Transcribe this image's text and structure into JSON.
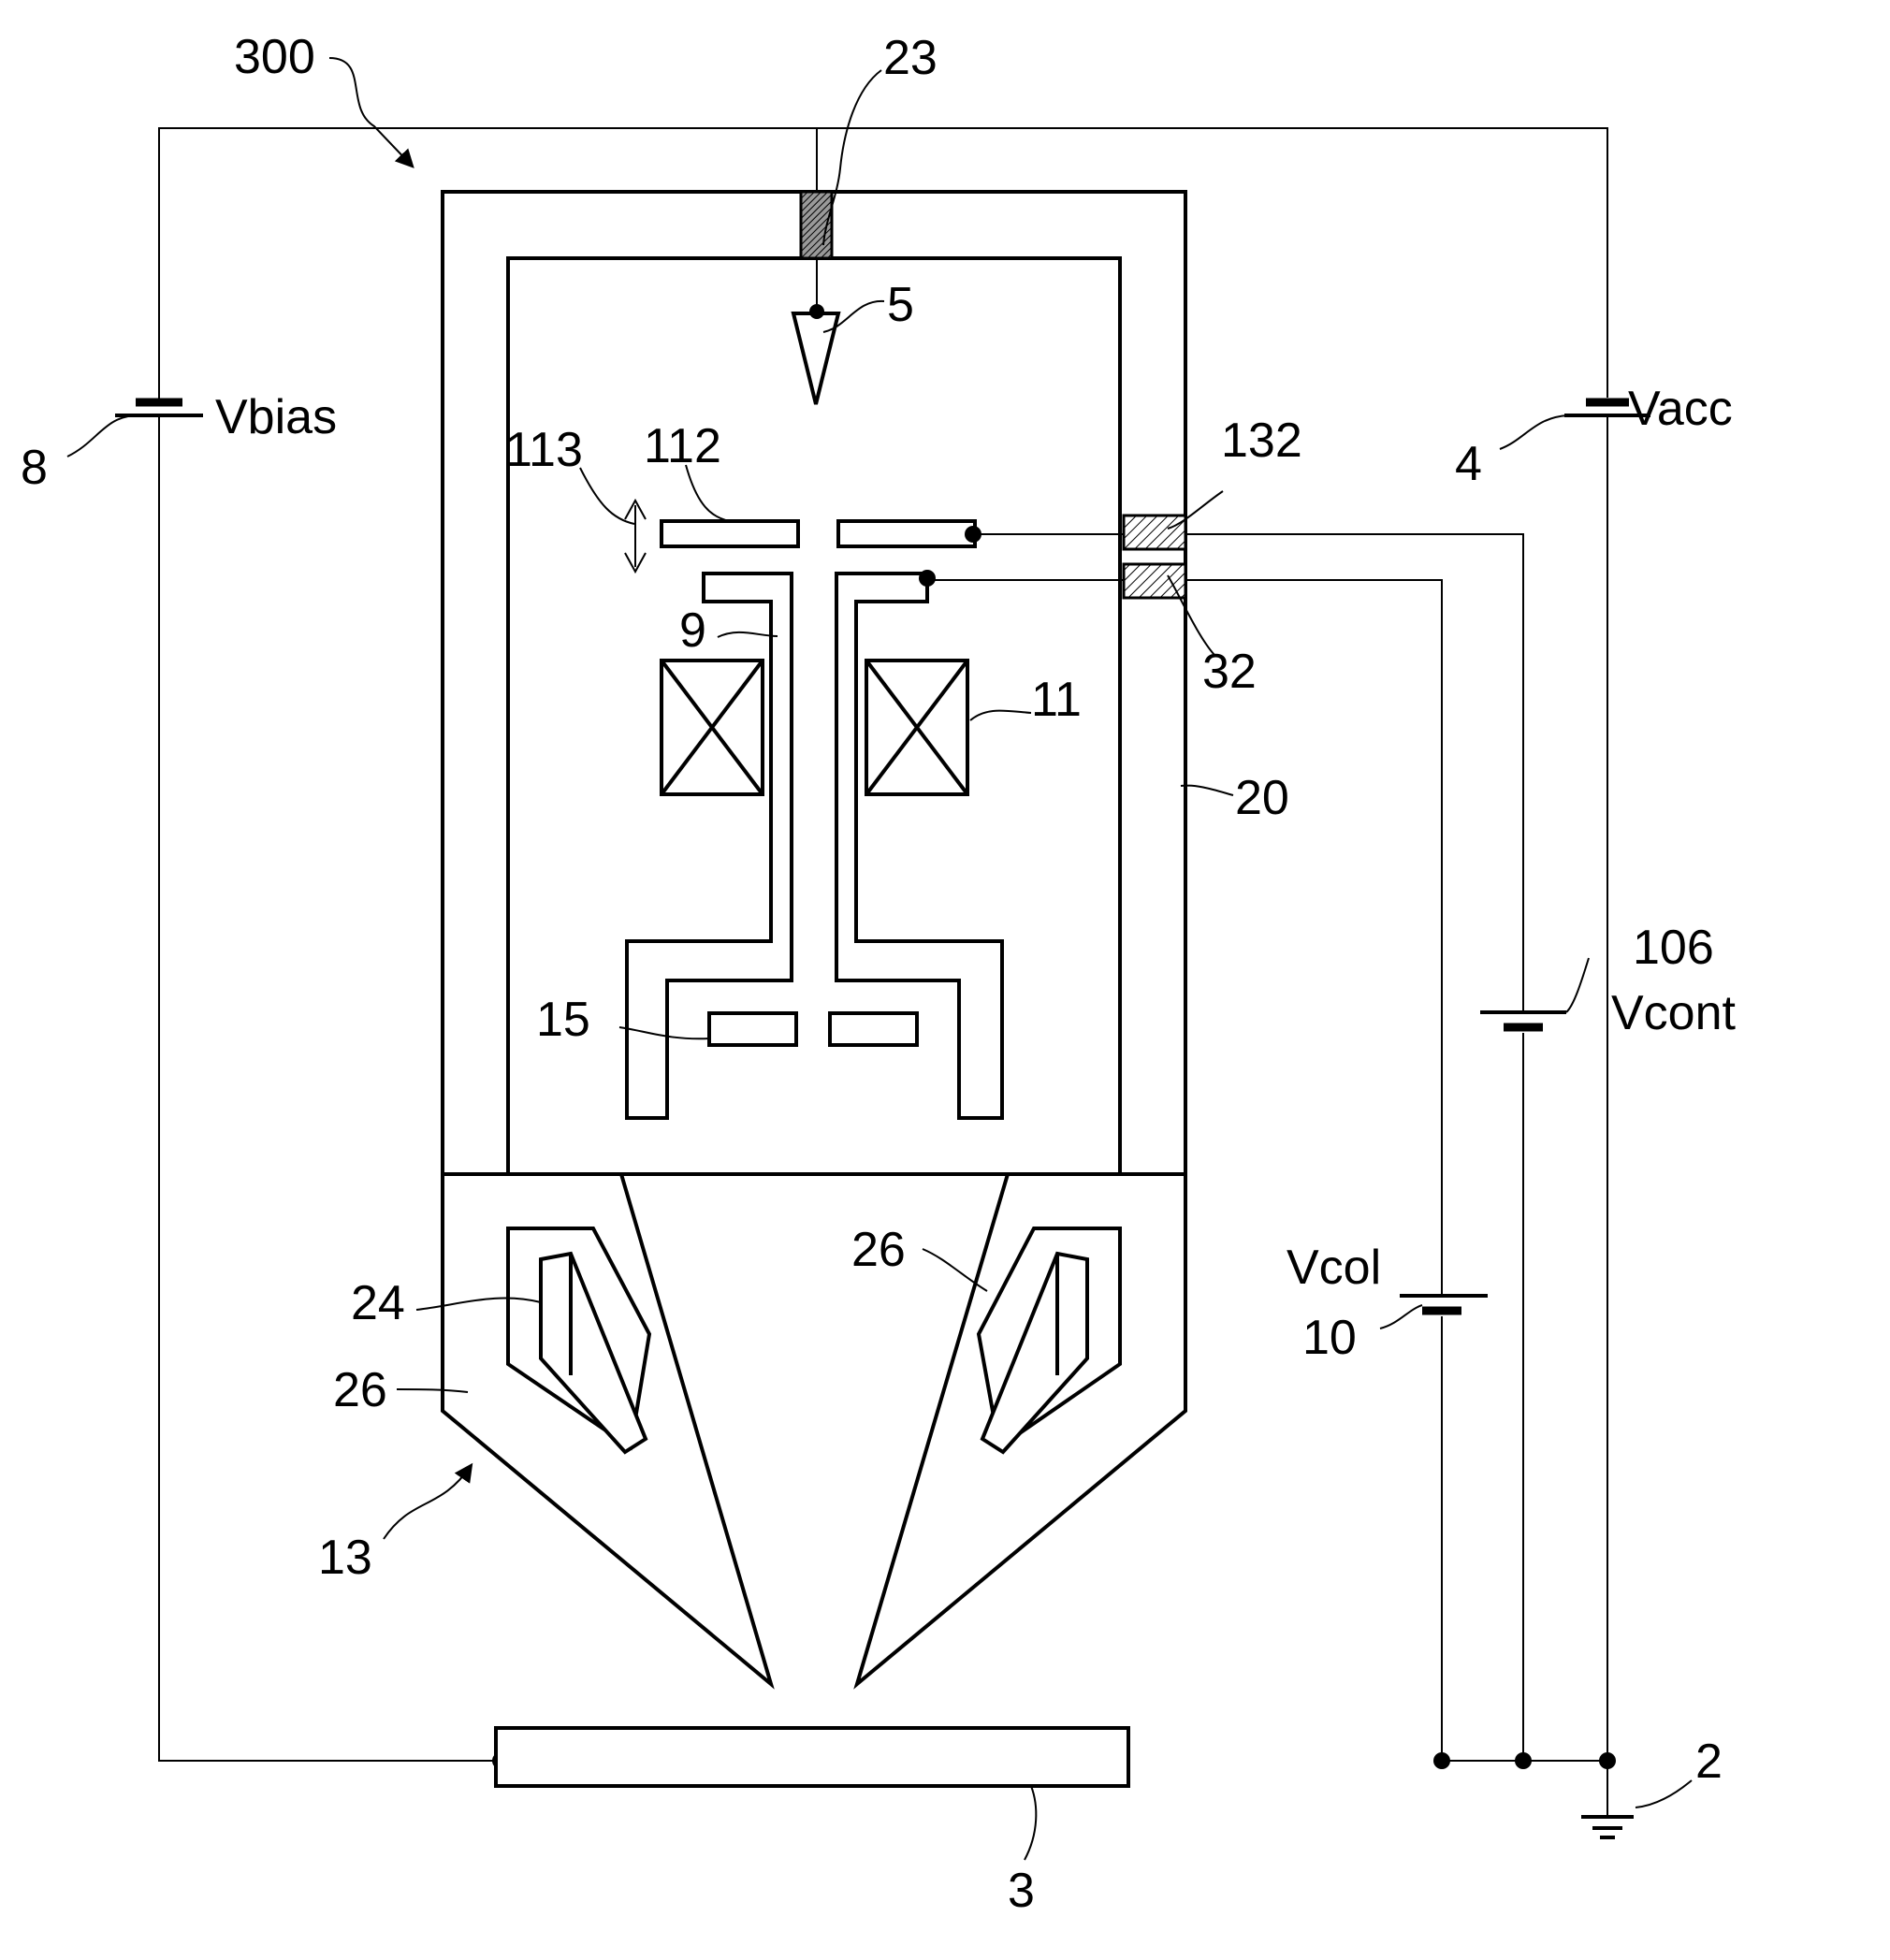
{
  "labels": {
    "l300": "300",
    "l23": "23",
    "l5": "5",
    "l8": "8",
    "vbias": "Vbias",
    "l4": "4",
    "vacc": "Vacc",
    "l113": "113",
    "l112": "112",
    "l132": "132",
    "l32": "32",
    "l9": "9",
    "l11": "11",
    "l20": "20",
    "l106": "106",
    "vcont": "Vcont",
    "l15": "15",
    "l26a": "26",
    "l26b": "26",
    "l24": "24",
    "vcol": "Vcol",
    "l10": "10",
    "l13": "13",
    "l2": "2",
    "l3": "3"
  }
}
